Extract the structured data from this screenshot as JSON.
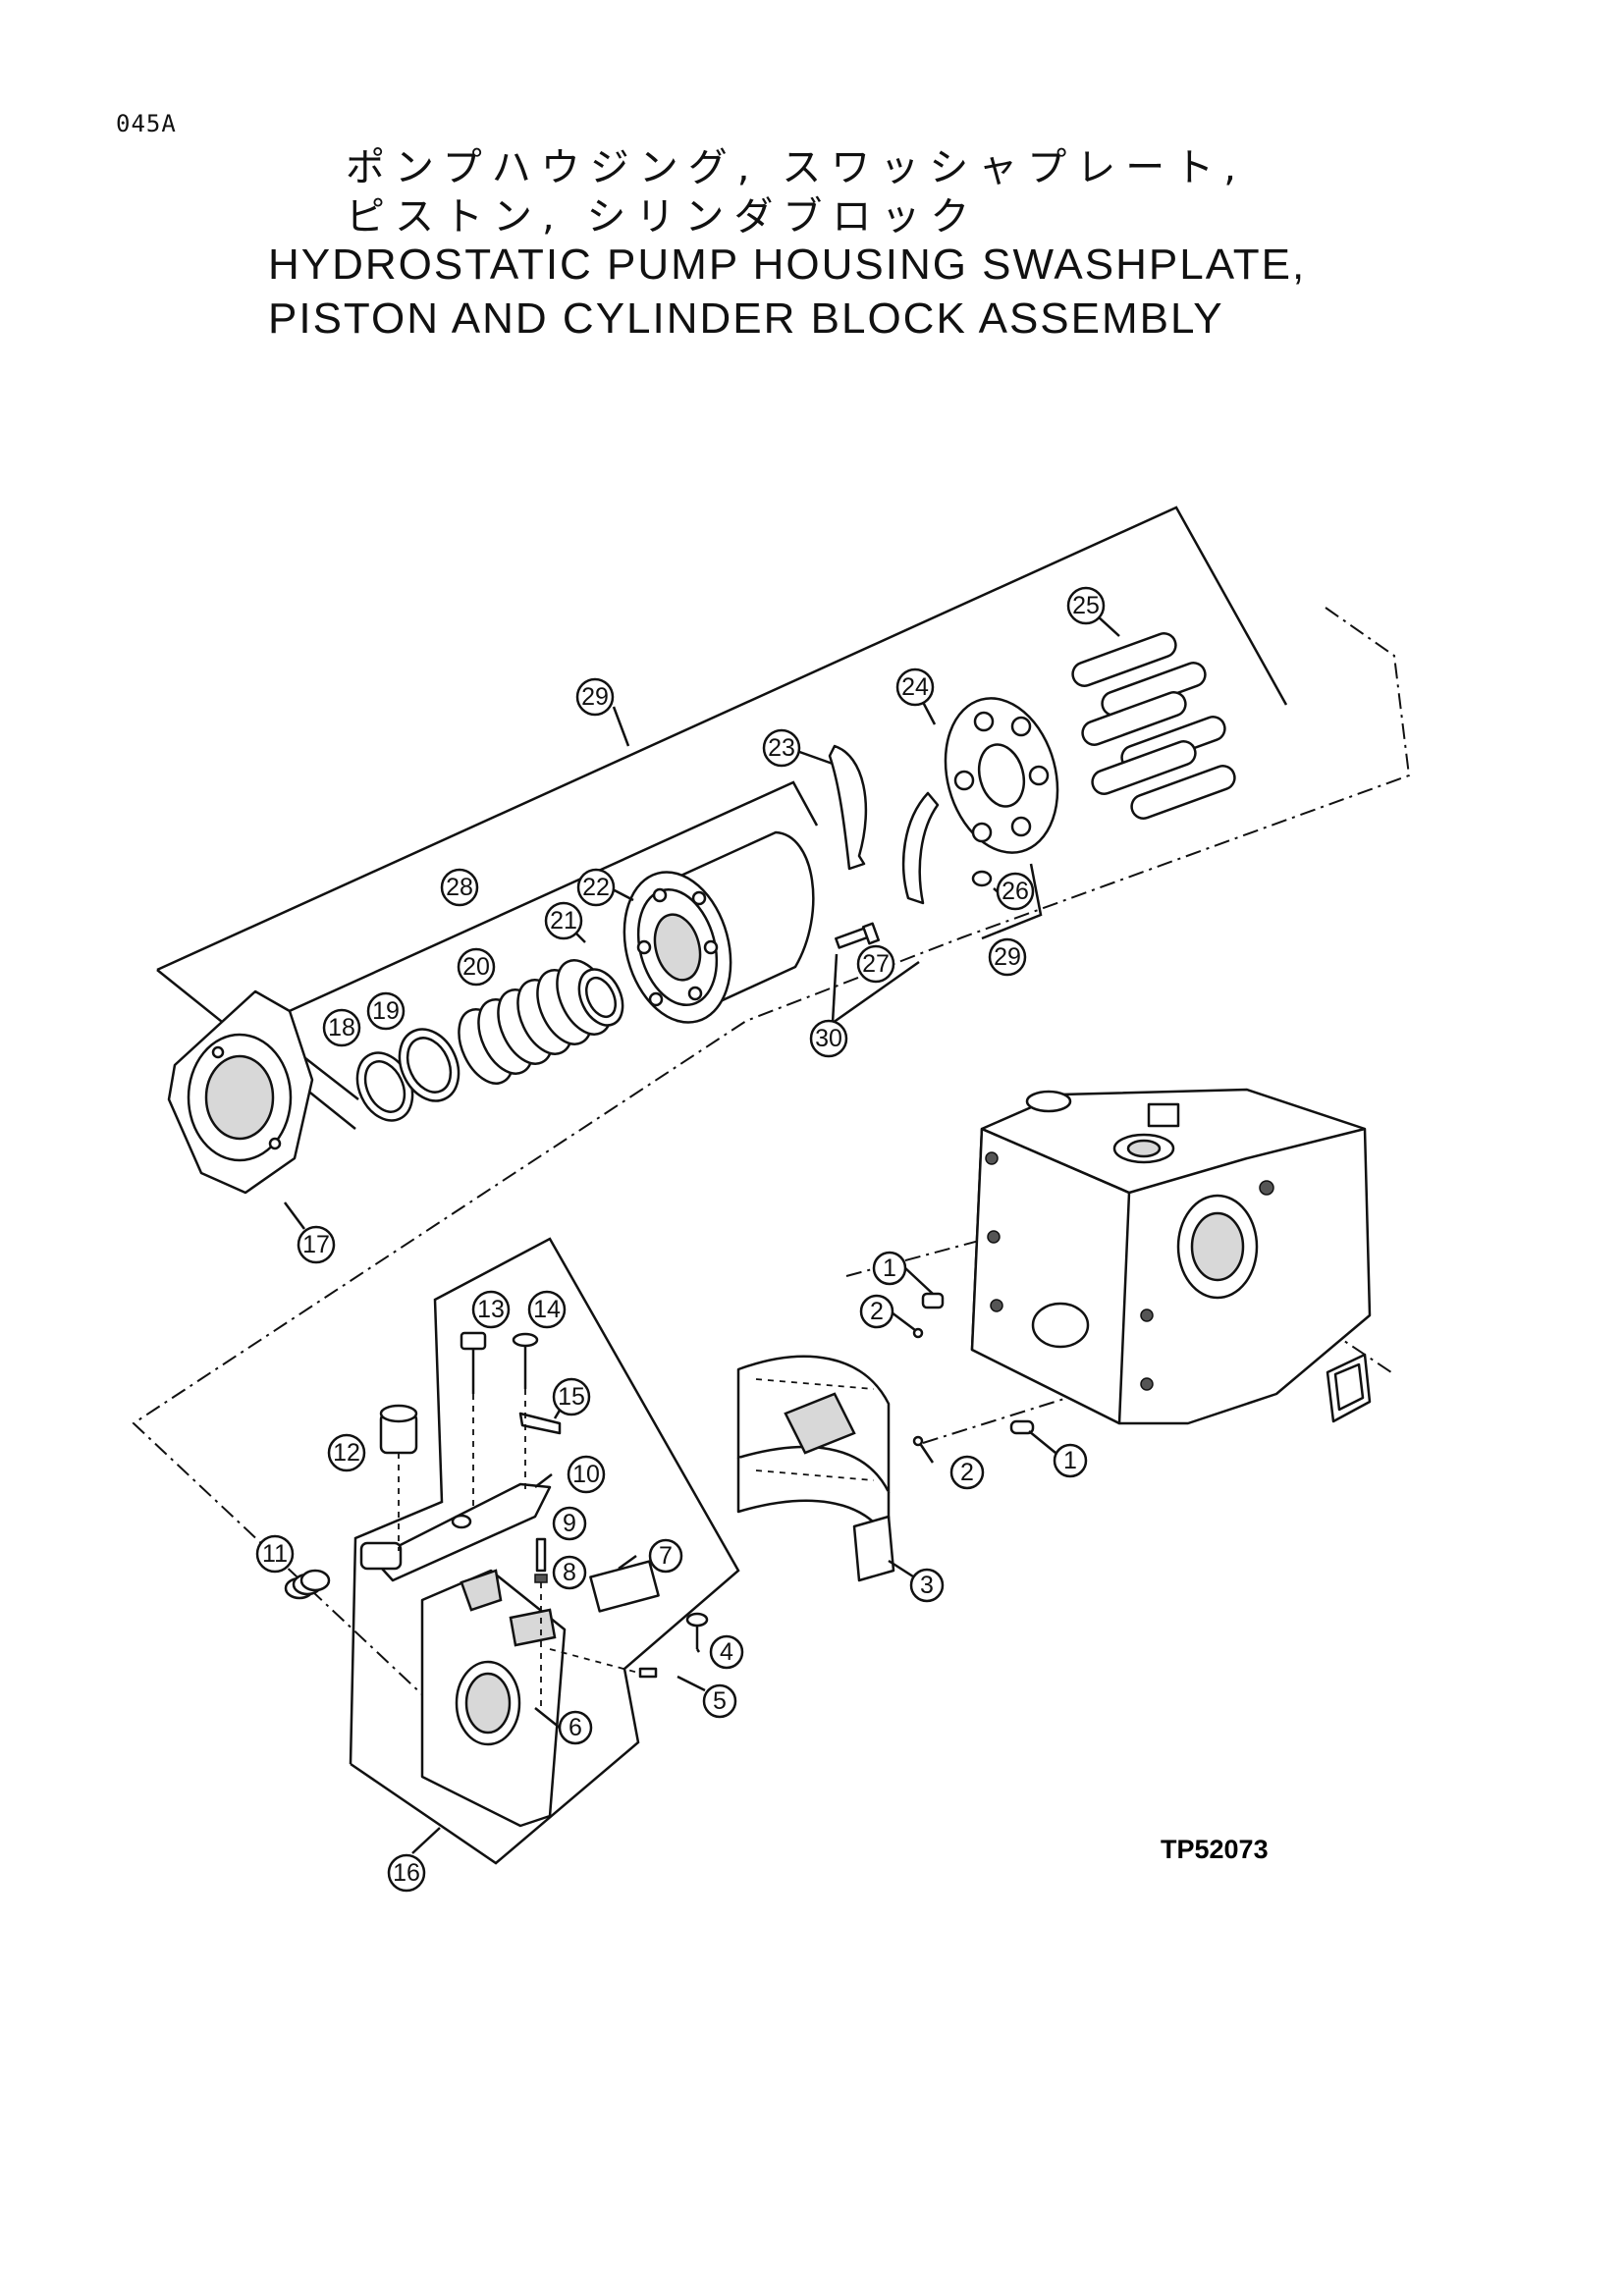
{
  "page_id": "045A",
  "title_jp": [
    "ポンプハウジング, スワッシャプレート,",
    "ピストン, シリンダブロック"
  ],
  "title_en": [
    "HYDROSTATIC PUMP HOUSING SWASHPLATE,",
    "PISTON AND CYLINDER BLOCK ASSEMBLY"
  ],
  "callouts": [
    "1",
    "1",
    "2",
    "2",
    "3",
    "4",
    "5",
    "6",
    "7",
    "8",
    "9",
    "10",
    "11",
    "12",
    "13",
    "14",
    "15",
    "16",
    "17",
    "18",
    "19",
    "20",
    "21",
    "22",
    "23",
    "24",
    "25",
    "26",
    "27",
    "28",
    "29",
    "29",
    "30"
  ],
  "drawing_code": "TP52073"
}
